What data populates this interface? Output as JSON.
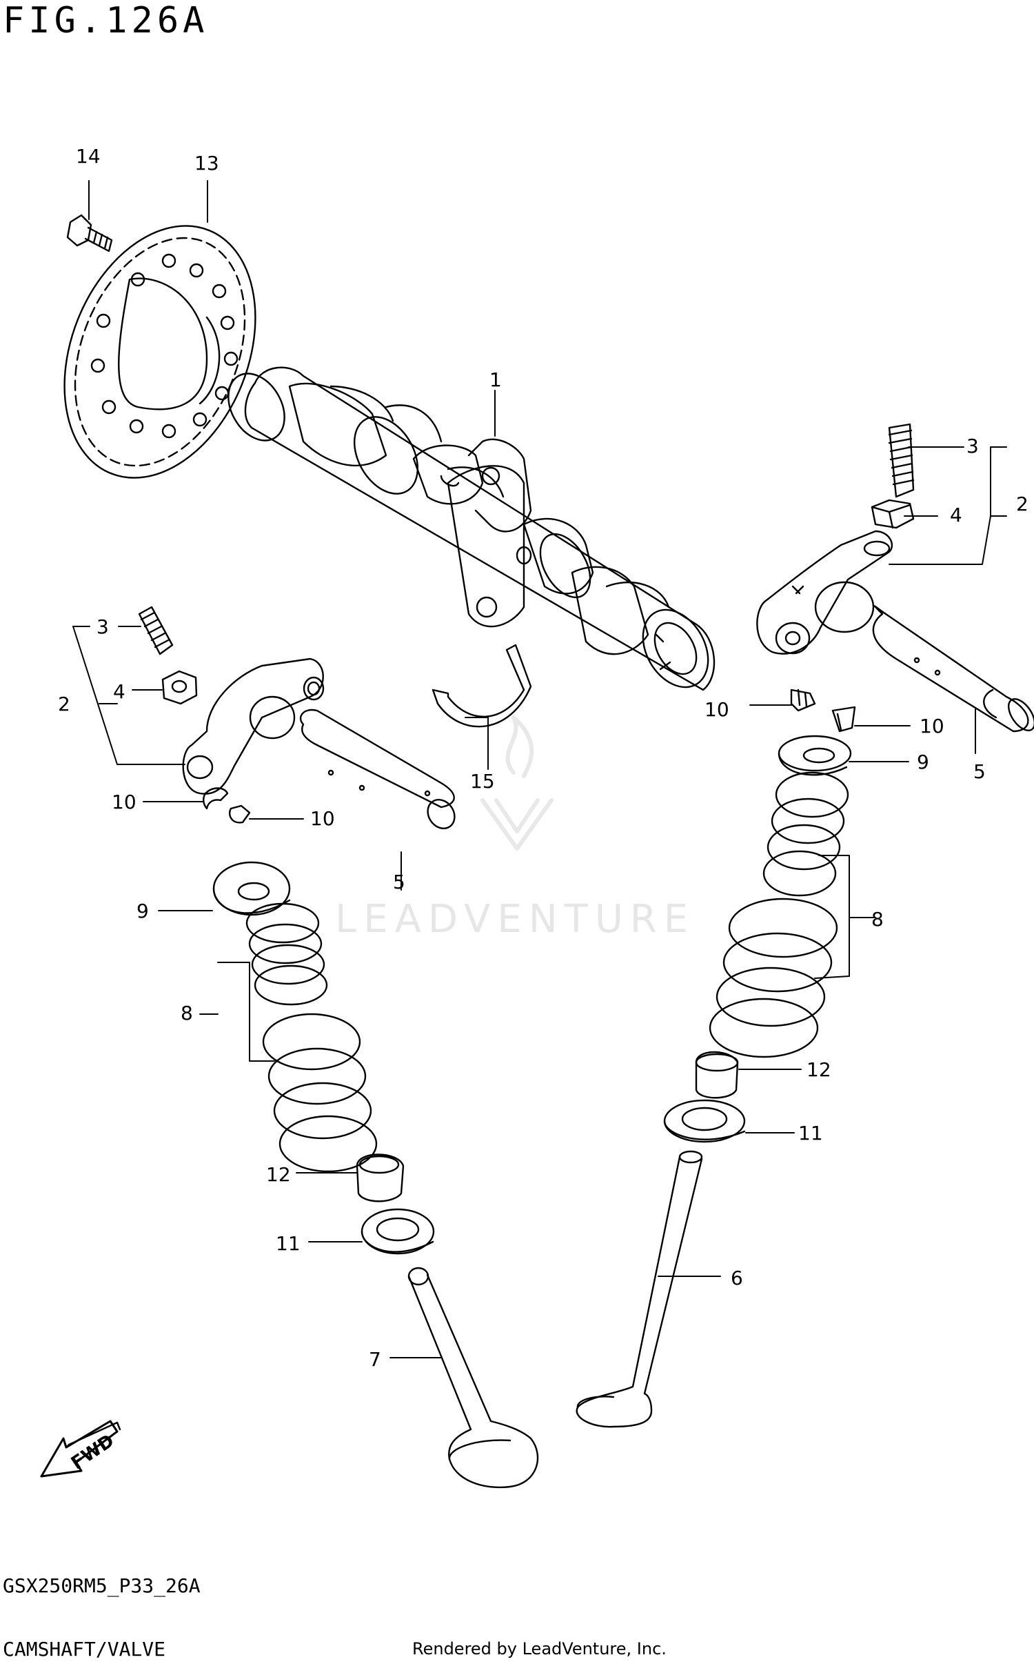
{
  "figure": {
    "title": "FIG.126A",
    "code": "GSX250RM5_P33_26A",
    "name": "CAMSHAFT/VALVE",
    "credit": "Rendered by LeadVenture, Inc.",
    "watermark": "LEADVENTURE",
    "direction": "FWD"
  },
  "callouts": {
    "c1": "1",
    "c2r": "2",
    "c3r": "3",
    "c4r": "4",
    "c5r": "5",
    "c6": "6",
    "c7": "7",
    "c8r": "8",
    "c9r": "9",
    "c10ra": "10",
    "c10rb": "10",
    "c11r": "11",
    "c12r": "12",
    "c13": "13",
    "c14": "14",
    "c15": "15",
    "c2l": "2",
    "c3l": "3",
    "c4l": "4",
    "c5l": "5",
    "c8l": "8",
    "c9l": "9",
    "c10la": "10",
    "c10lb": "10",
    "c11l": "11",
    "c12l": "12"
  },
  "colors": {
    "line": "#000000",
    "watermark": "#e6e6e6"
  }
}
